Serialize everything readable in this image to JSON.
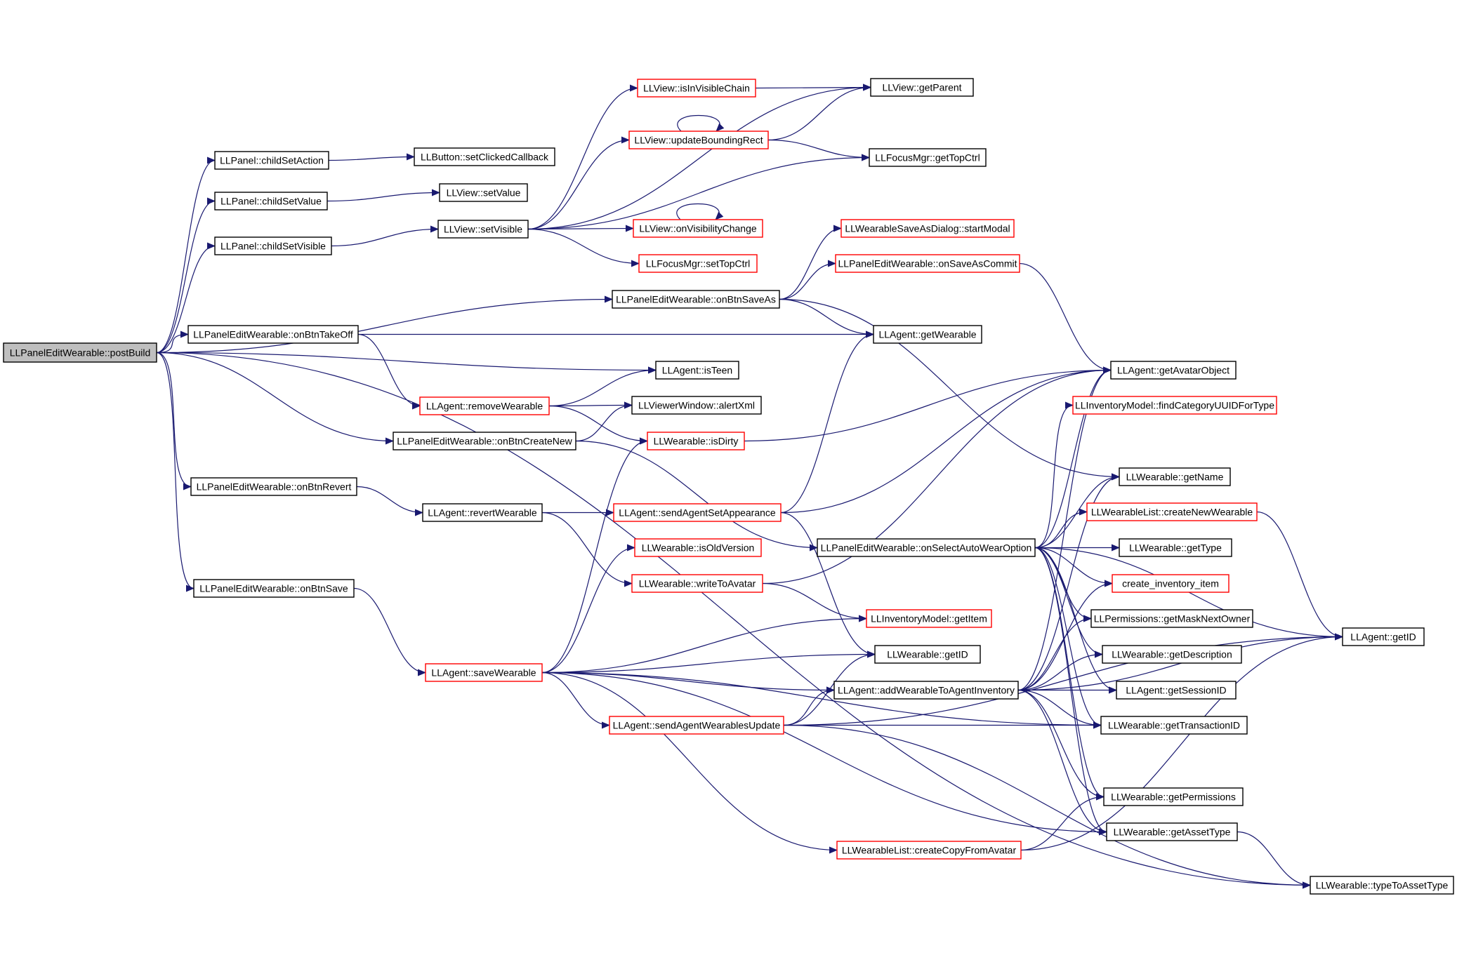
{
  "graph": {
    "title": "",
    "colors": {
      "edge": "#191970",
      "root_fill": "#bfbfbf",
      "node_border": "#000000",
      "undocumented_border": "#ff0000",
      "node_fill": "#ffffff"
    },
    "nodes": [
      {
        "id": "postBuild",
        "label": "LLPanelEditWearable::postBuild",
        "style": "root"
      },
      {
        "id": "childSetAction",
        "label": "LLPanel::childSetAction",
        "style": "black"
      },
      {
        "id": "setClickedCallback",
        "label": "LLButton::setClickedCallback",
        "style": "black"
      },
      {
        "id": "childSetValue",
        "label": "LLPanel::childSetValue",
        "style": "black"
      },
      {
        "id": "setValue",
        "label": "LLView::setValue",
        "style": "black"
      },
      {
        "id": "childSetVisible",
        "label": "LLPanel::childSetVisible",
        "style": "black"
      },
      {
        "id": "setVisible",
        "label": "LLView::setVisible",
        "style": "black"
      },
      {
        "id": "isInVisibleChain",
        "label": "LLView::isInVisibleChain",
        "style": "red"
      },
      {
        "id": "getParent",
        "label": "LLView::getParent",
        "style": "black"
      },
      {
        "id": "updateBoundingRect",
        "label": "LLView::updateBoundingRect",
        "style": "red"
      },
      {
        "id": "getTopCtrl",
        "label": "LLFocusMgr::getTopCtrl",
        "style": "black"
      },
      {
        "id": "onVisibilityChange",
        "label": "LLView::onVisibilityChange",
        "style": "red"
      },
      {
        "id": "setTopCtrl",
        "label": "LLFocusMgr::setTopCtrl",
        "style": "red"
      },
      {
        "id": "startModal",
        "label": "LLWearableSaveAsDialog::startModal",
        "style": "red"
      },
      {
        "id": "onSaveAsCommit",
        "label": "LLPanelEditWearable::onSaveAsCommit",
        "style": "red"
      },
      {
        "id": "onBtnSaveAs",
        "label": "LLPanelEditWearable::onBtnSaveAs",
        "style": "black"
      },
      {
        "id": "onBtnTakeOff",
        "label": "LLPanelEditWearable::onBtnTakeOff",
        "style": "black"
      },
      {
        "id": "getWearable",
        "label": "LLAgent::getWearable",
        "style": "black"
      },
      {
        "id": "isTeen",
        "label": "LLAgent::isTeen",
        "style": "black"
      },
      {
        "id": "getAvatarObject",
        "label": "LLAgent::getAvatarObject",
        "style": "black"
      },
      {
        "id": "removeWearable",
        "label": "LLAgent::removeWearable",
        "style": "red"
      },
      {
        "id": "alertXml",
        "label": "LLViewerWindow::alertXml",
        "style": "black"
      },
      {
        "id": "findCategoryUUIDForType",
        "label": "LLInventoryModel::findCategoryUUIDForType",
        "style": "red"
      },
      {
        "id": "onBtnCreateNew",
        "label": "LLPanelEditWearable::onBtnCreateNew",
        "style": "black"
      },
      {
        "id": "isDirty",
        "label": "LLWearable::isDirty",
        "style": "red"
      },
      {
        "id": "getName",
        "label": "LLWearable::getName",
        "style": "black"
      },
      {
        "id": "onBtnRevert",
        "label": "LLPanelEditWearable::onBtnRevert",
        "style": "black"
      },
      {
        "id": "revertWearable",
        "label": "LLAgent::revertWearable",
        "style": "black"
      },
      {
        "id": "sendAgentSetAppearance",
        "label": "LLAgent::sendAgentSetAppearance",
        "style": "red"
      },
      {
        "id": "createNewWearable",
        "label": "LLWearableList::createNewWearable",
        "style": "red"
      },
      {
        "id": "isOldVersion",
        "label": "LLWearable::isOldVersion",
        "style": "red"
      },
      {
        "id": "onSelectAutoWearOption",
        "label": "LLPanelEditWearable::onSelectAutoWearOption",
        "style": "black"
      },
      {
        "id": "getType",
        "label": "LLWearable::getType",
        "style": "black"
      },
      {
        "id": "onBtnSave",
        "label": "LLPanelEditWearable::onBtnSave",
        "style": "black"
      },
      {
        "id": "writeToAvatar",
        "label": "LLWearable::writeToAvatar",
        "style": "red"
      },
      {
        "id": "create_inventory_item",
        "label": "create_inventory_item",
        "style": "red"
      },
      {
        "id": "getMaskNextOwner",
        "label": "LLPermissions::getMaskNextOwner",
        "style": "black"
      },
      {
        "id": "getItem",
        "label": "LLInventoryModel::getItem",
        "style": "red"
      },
      {
        "id": "getID_agent",
        "label": "LLAgent::getID",
        "style": "black"
      },
      {
        "id": "getID_wearable",
        "label": "LLWearable::getID",
        "style": "black"
      },
      {
        "id": "getDescription",
        "label": "LLWearable::getDescription",
        "style": "black"
      },
      {
        "id": "saveWearable",
        "label": "LLAgent::saveWearable",
        "style": "red"
      },
      {
        "id": "addWearableToAgentInventory",
        "label": "LLAgent::addWearableToAgentInventory",
        "style": "black"
      },
      {
        "id": "getSessionID",
        "label": "LLAgent::getSessionID",
        "style": "black"
      },
      {
        "id": "sendAgentWearablesUpdate",
        "label": "LLAgent::sendAgentWearablesUpdate",
        "style": "red"
      },
      {
        "id": "getTransactionID",
        "label": "LLWearable::getTransactionID",
        "style": "black"
      },
      {
        "id": "getPermissions",
        "label": "LLWearable::getPermissions",
        "style": "black"
      },
      {
        "id": "getAssetType",
        "label": "LLWearable::getAssetType",
        "style": "black"
      },
      {
        "id": "createCopyFromAvatar",
        "label": "LLWearableList::createCopyFromAvatar",
        "style": "red"
      },
      {
        "id": "typeToAssetType",
        "label": "LLWearable::typeToAssetType",
        "style": "black"
      }
    ],
    "edges": [
      [
        "postBuild",
        "childSetAction"
      ],
      [
        "postBuild",
        "childSetValue"
      ],
      [
        "postBuild",
        "childSetVisible"
      ],
      [
        "postBuild",
        "onBtnSaveAs"
      ],
      [
        "postBuild",
        "onBtnTakeOff"
      ],
      [
        "postBuild",
        "isTeen"
      ],
      [
        "postBuild",
        "onBtnCreateNew"
      ],
      [
        "postBuild",
        "onBtnRevert"
      ],
      [
        "postBuild",
        "onBtnSave"
      ],
      [
        "postBuild",
        "typeToAssetType"
      ],
      [
        "childSetAction",
        "setClickedCallback"
      ],
      [
        "childSetValue",
        "setValue"
      ],
      [
        "childSetVisible",
        "setVisible"
      ],
      [
        "setVisible",
        "isInVisibleChain"
      ],
      [
        "setVisible",
        "getParent"
      ],
      [
        "setVisible",
        "updateBoundingRect"
      ],
      [
        "setVisible",
        "getTopCtrl"
      ],
      [
        "setVisible",
        "onVisibilityChange"
      ],
      [
        "setVisible",
        "setTopCtrl"
      ],
      [
        "isInVisibleChain",
        "getParent"
      ],
      [
        "updateBoundingRect",
        "getParent"
      ],
      [
        "updateBoundingRect",
        "getTopCtrl"
      ],
      [
        "updateBoundingRect",
        "updateBoundingRect"
      ],
      [
        "onVisibilityChange",
        "onVisibilityChange"
      ],
      [
        "onBtnSaveAs",
        "startModal"
      ],
      [
        "onBtnSaveAs",
        "onSaveAsCommit"
      ],
      [
        "onBtnSaveAs",
        "getWearable"
      ],
      [
        "onBtnSaveAs",
        "getName"
      ],
      [
        "onSaveAsCommit",
        "getAvatarObject"
      ],
      [
        "onBtnTakeOff",
        "getWearable"
      ],
      [
        "onBtnTakeOff",
        "removeWearable"
      ],
      [
        "removeWearable",
        "isTeen"
      ],
      [
        "removeWearable",
        "alertXml"
      ],
      [
        "removeWearable",
        "isDirty"
      ],
      [
        "onBtnCreateNew",
        "onSelectAutoWearOption"
      ],
      [
        "onBtnCreateNew",
        "alertXml"
      ],
      [
        "isDirty",
        "getAvatarObject"
      ],
      [
        "onBtnRevert",
        "revertWearable"
      ],
      [
        "revertWearable",
        "sendAgentSetAppearance"
      ],
      [
        "revertWearable",
        "writeToAvatar"
      ],
      [
        "sendAgentSetAppearance",
        "getWearable"
      ],
      [
        "sendAgentSetAppearance",
        "getAvatarObject"
      ],
      [
        "sendAgentSetAppearance",
        "getID_wearable"
      ],
      [
        "writeToAvatar",
        "getAvatarObject"
      ],
      [
        "writeToAvatar",
        "getItem"
      ],
      [
        "onSelectAutoWearOption",
        "getAvatarObject"
      ],
      [
        "onSelectAutoWearOption",
        "findCategoryUUIDForType"
      ],
      [
        "onSelectAutoWearOption",
        "getName"
      ],
      [
        "onSelectAutoWearOption",
        "createNewWearable"
      ],
      [
        "onSelectAutoWearOption",
        "getType"
      ],
      [
        "onSelectAutoWearOption",
        "create_inventory_item"
      ],
      [
        "onSelectAutoWearOption",
        "getMaskNextOwner"
      ],
      [
        "onSelectAutoWearOption",
        "getDescription"
      ],
      [
        "onSelectAutoWearOption",
        "getSessionID"
      ],
      [
        "onSelectAutoWearOption",
        "getTransactionID"
      ],
      [
        "onSelectAutoWearOption",
        "getPermissions"
      ],
      [
        "onSelectAutoWearOption",
        "getAssetType"
      ],
      [
        "onSelectAutoWearOption",
        "getID_agent"
      ],
      [
        "createNewWearable",
        "getID_agent"
      ],
      [
        "onBtnSave",
        "saveWearable"
      ],
      [
        "saveWearable",
        "isDirty"
      ],
      [
        "saveWearable",
        "isOldVersion"
      ],
      [
        "saveWearable",
        "getItem"
      ],
      [
        "saveWearable",
        "getID_wearable"
      ],
      [
        "saveWearable",
        "addWearableToAgentInventory"
      ],
      [
        "saveWearable",
        "sendAgentWearablesUpdate"
      ],
      [
        "saveWearable",
        "createCopyFromAvatar"
      ],
      [
        "saveWearable",
        "getTransactionID"
      ],
      [
        "saveWearable",
        "getAssetType"
      ],
      [
        "addWearableToAgentInventory",
        "getAvatarObject"
      ],
      [
        "addWearableToAgentInventory",
        "getName"
      ],
      [
        "addWearableToAgentInventory",
        "create_inventory_item"
      ],
      [
        "addWearableToAgentInventory",
        "getDescription"
      ],
      [
        "addWearableToAgentInventory",
        "getSessionID"
      ],
      [
        "addWearableToAgentInventory",
        "getTransactionID"
      ],
      [
        "addWearableToAgentInventory",
        "getPermissions"
      ],
      [
        "addWearableToAgentInventory",
        "getAssetType"
      ],
      [
        "addWearableToAgentInventory",
        "getID_agent"
      ],
      [
        "addWearableToAgentInventory",
        "getMaskNextOwner"
      ],
      [
        "sendAgentWearablesUpdate",
        "addWearableToAgentInventory"
      ],
      [
        "sendAgentWearablesUpdate",
        "getID_wearable"
      ],
      [
        "sendAgentWearablesUpdate",
        "getID_agent"
      ],
      [
        "sendAgentWearablesUpdate",
        "getTransactionID"
      ],
      [
        "sendAgentWearablesUpdate",
        "typeToAssetType"
      ],
      [
        "createCopyFromAvatar",
        "getPermissions"
      ],
      [
        "createCopyFromAvatar",
        "getID_agent"
      ],
      [
        "getAssetType",
        "typeToAssetType"
      ]
    ]
  }
}
